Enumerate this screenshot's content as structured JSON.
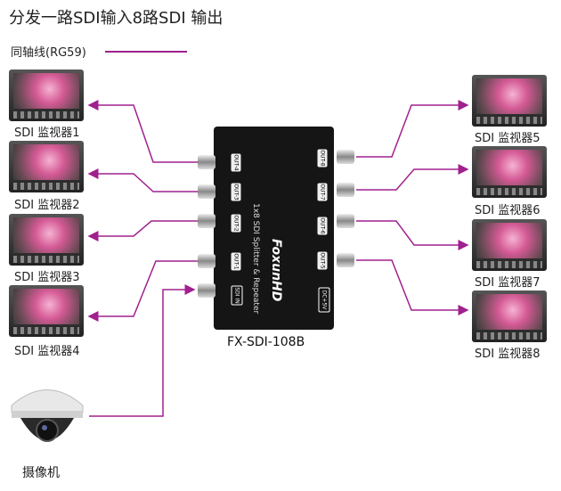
{
  "title": "分发一路SDI输入8路SDI 输出",
  "legend": {
    "label": "同轴线(RG59)",
    "color": "#a0208f"
  },
  "device": {
    "model": "FX-SDI-108B",
    "brand": "FoxunHD",
    "description": "1x8 SDI Splitter & Repeater",
    "left_ports": [
      "OUT-4",
      "OUT-3",
      "OUT-2",
      "OUT-1",
      "SDI IN"
    ],
    "right_ports": [
      "OUT-8",
      "OUT-7",
      "OUT-6",
      "OUT-5",
      "DC+5V"
    ]
  },
  "monitors": [
    "SDI 监视器1",
    "SDI 监视器2",
    "SDI 监视器3",
    "SDI 监视器4",
    "SDI 监视器5",
    "SDI 监视器6",
    "SDI 监视器7",
    "SDI 监视器8"
  ],
  "camera": {
    "label": "摄像机"
  }
}
